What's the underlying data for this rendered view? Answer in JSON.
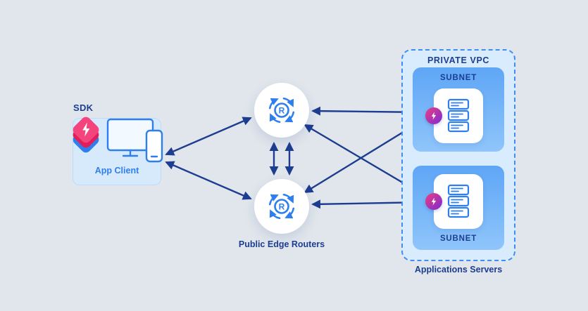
{
  "diagram": {
    "sdk_label": "SDK",
    "app_client_label": "App Client",
    "routers_label": "Public Edge Routers",
    "router_letter": "R",
    "vpc_title": "PRIVATE VPC",
    "subnet_top_label": "SUBNET",
    "subnet_bottom_label": "SUBNET",
    "servers_caption": "Applications Servers"
  },
  "icons": {
    "sdk_stack": "layered-sdk-icon with lightning bolt",
    "devices": "desktop-and-phone-icon",
    "router": "router-icon circular arrows around letter R",
    "server": "server-rack-icon",
    "bolt_badge": "lightning-badge-icon"
  },
  "colors": {
    "background": "#e1e6ec",
    "navy": "#1d3d91",
    "blue": "#2e7fed",
    "light_blue_fill": "#d7eafc",
    "vpc_fill": "#d9ecfd",
    "vpc_border": "#3f8cf3",
    "subnet_grad_start": "#5ea6f6",
    "subnet_grad_end": "#8fc5fa",
    "badge_pink": "#ee3d7f",
    "badge_purple": "#7a2bd6",
    "sdk_blue": "#2e7fed",
    "sdk_red": "#e01f5a",
    "sdk_pink": "#f4447e"
  }
}
